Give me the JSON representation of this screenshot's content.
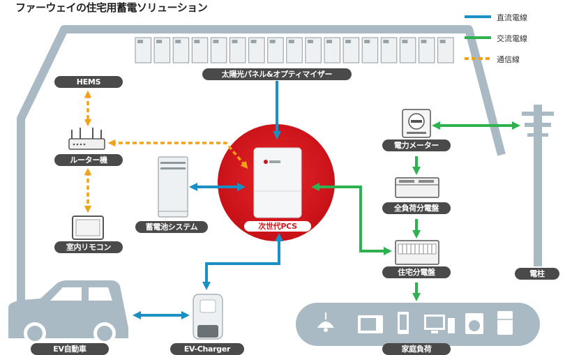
{
  "title": "ファーウェイの住宅用蓄電ソリューション",
  "legend": [
    {
      "label": "直流電線",
      "color": "#1b8fc4",
      "style": "solid"
    },
    {
      "label": "交流電線",
      "color": "#2fb14f",
      "style": "solid"
    },
    {
      "label": "通信線",
      "color": "#f0a318",
      "style": "dashed"
    }
  ],
  "labels": {
    "solar": "太陽光パネル&オプティマイザー",
    "hems": "HEMS",
    "router": "ルーター機",
    "remote": "室内リモコン",
    "battery": "蓄電池システム",
    "pcs": "次世代PCS",
    "ev": "EV自動車",
    "charger": "EV-Charger",
    "meter": "電力メーター",
    "full_board": "全負荷分電盤",
    "home_board": "住宅分電盤",
    "pole": "電柱",
    "loads": "家庭負荷"
  },
  "colors": {
    "house": "#a9bac4",
    "dc": "#1b8fc4",
    "ac": "#2fb14f",
    "comm": "#f0a318",
    "pcs_circle": "#d7141b",
    "pill": "#4a4a4a"
  }
}
